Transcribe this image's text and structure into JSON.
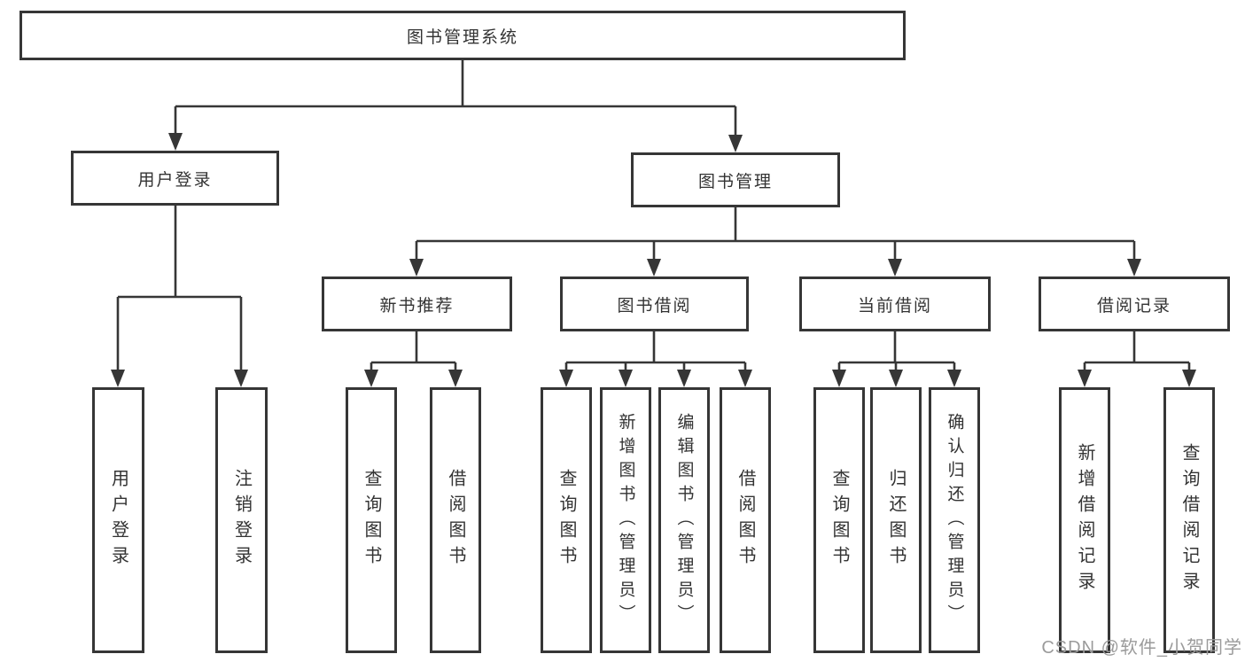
{
  "diagram": {
    "title": "图书管理系统",
    "branches": [
      {
        "label": "用户登录",
        "children": [
          {
            "label": "用户登录"
          },
          {
            "label": "注销登录"
          }
        ]
      },
      {
        "label": "图书管理",
        "children": [
          {
            "label": "新书推荐",
            "children": [
              {
                "label": "查询图书"
              },
              {
                "label": "借阅图书"
              }
            ]
          },
          {
            "label": "图书借阅",
            "children": [
              {
                "label": "查询图书"
              },
              {
                "label": "新增图书（管理员）"
              },
              {
                "label": "编辑图书（管理员）"
              },
              {
                "label": "借阅图书"
              }
            ]
          },
          {
            "label": "当前借阅",
            "children": [
              {
                "label": "查询图书"
              },
              {
                "label": "归还图书"
              },
              {
                "label": "确认归还（管理员）"
              }
            ]
          },
          {
            "label": "借阅记录",
            "children": [
              {
                "label": "新增借阅记录"
              },
              {
                "label": "查询借阅记录"
              }
            ]
          }
        ]
      }
    ]
  },
  "watermark": {
    "text": "CSDN @软件_小贺同学"
  },
  "colors": {
    "line": "#363636",
    "text": "#333333",
    "watermark": "#9b9b9b",
    "background": "#ffffff"
  }
}
